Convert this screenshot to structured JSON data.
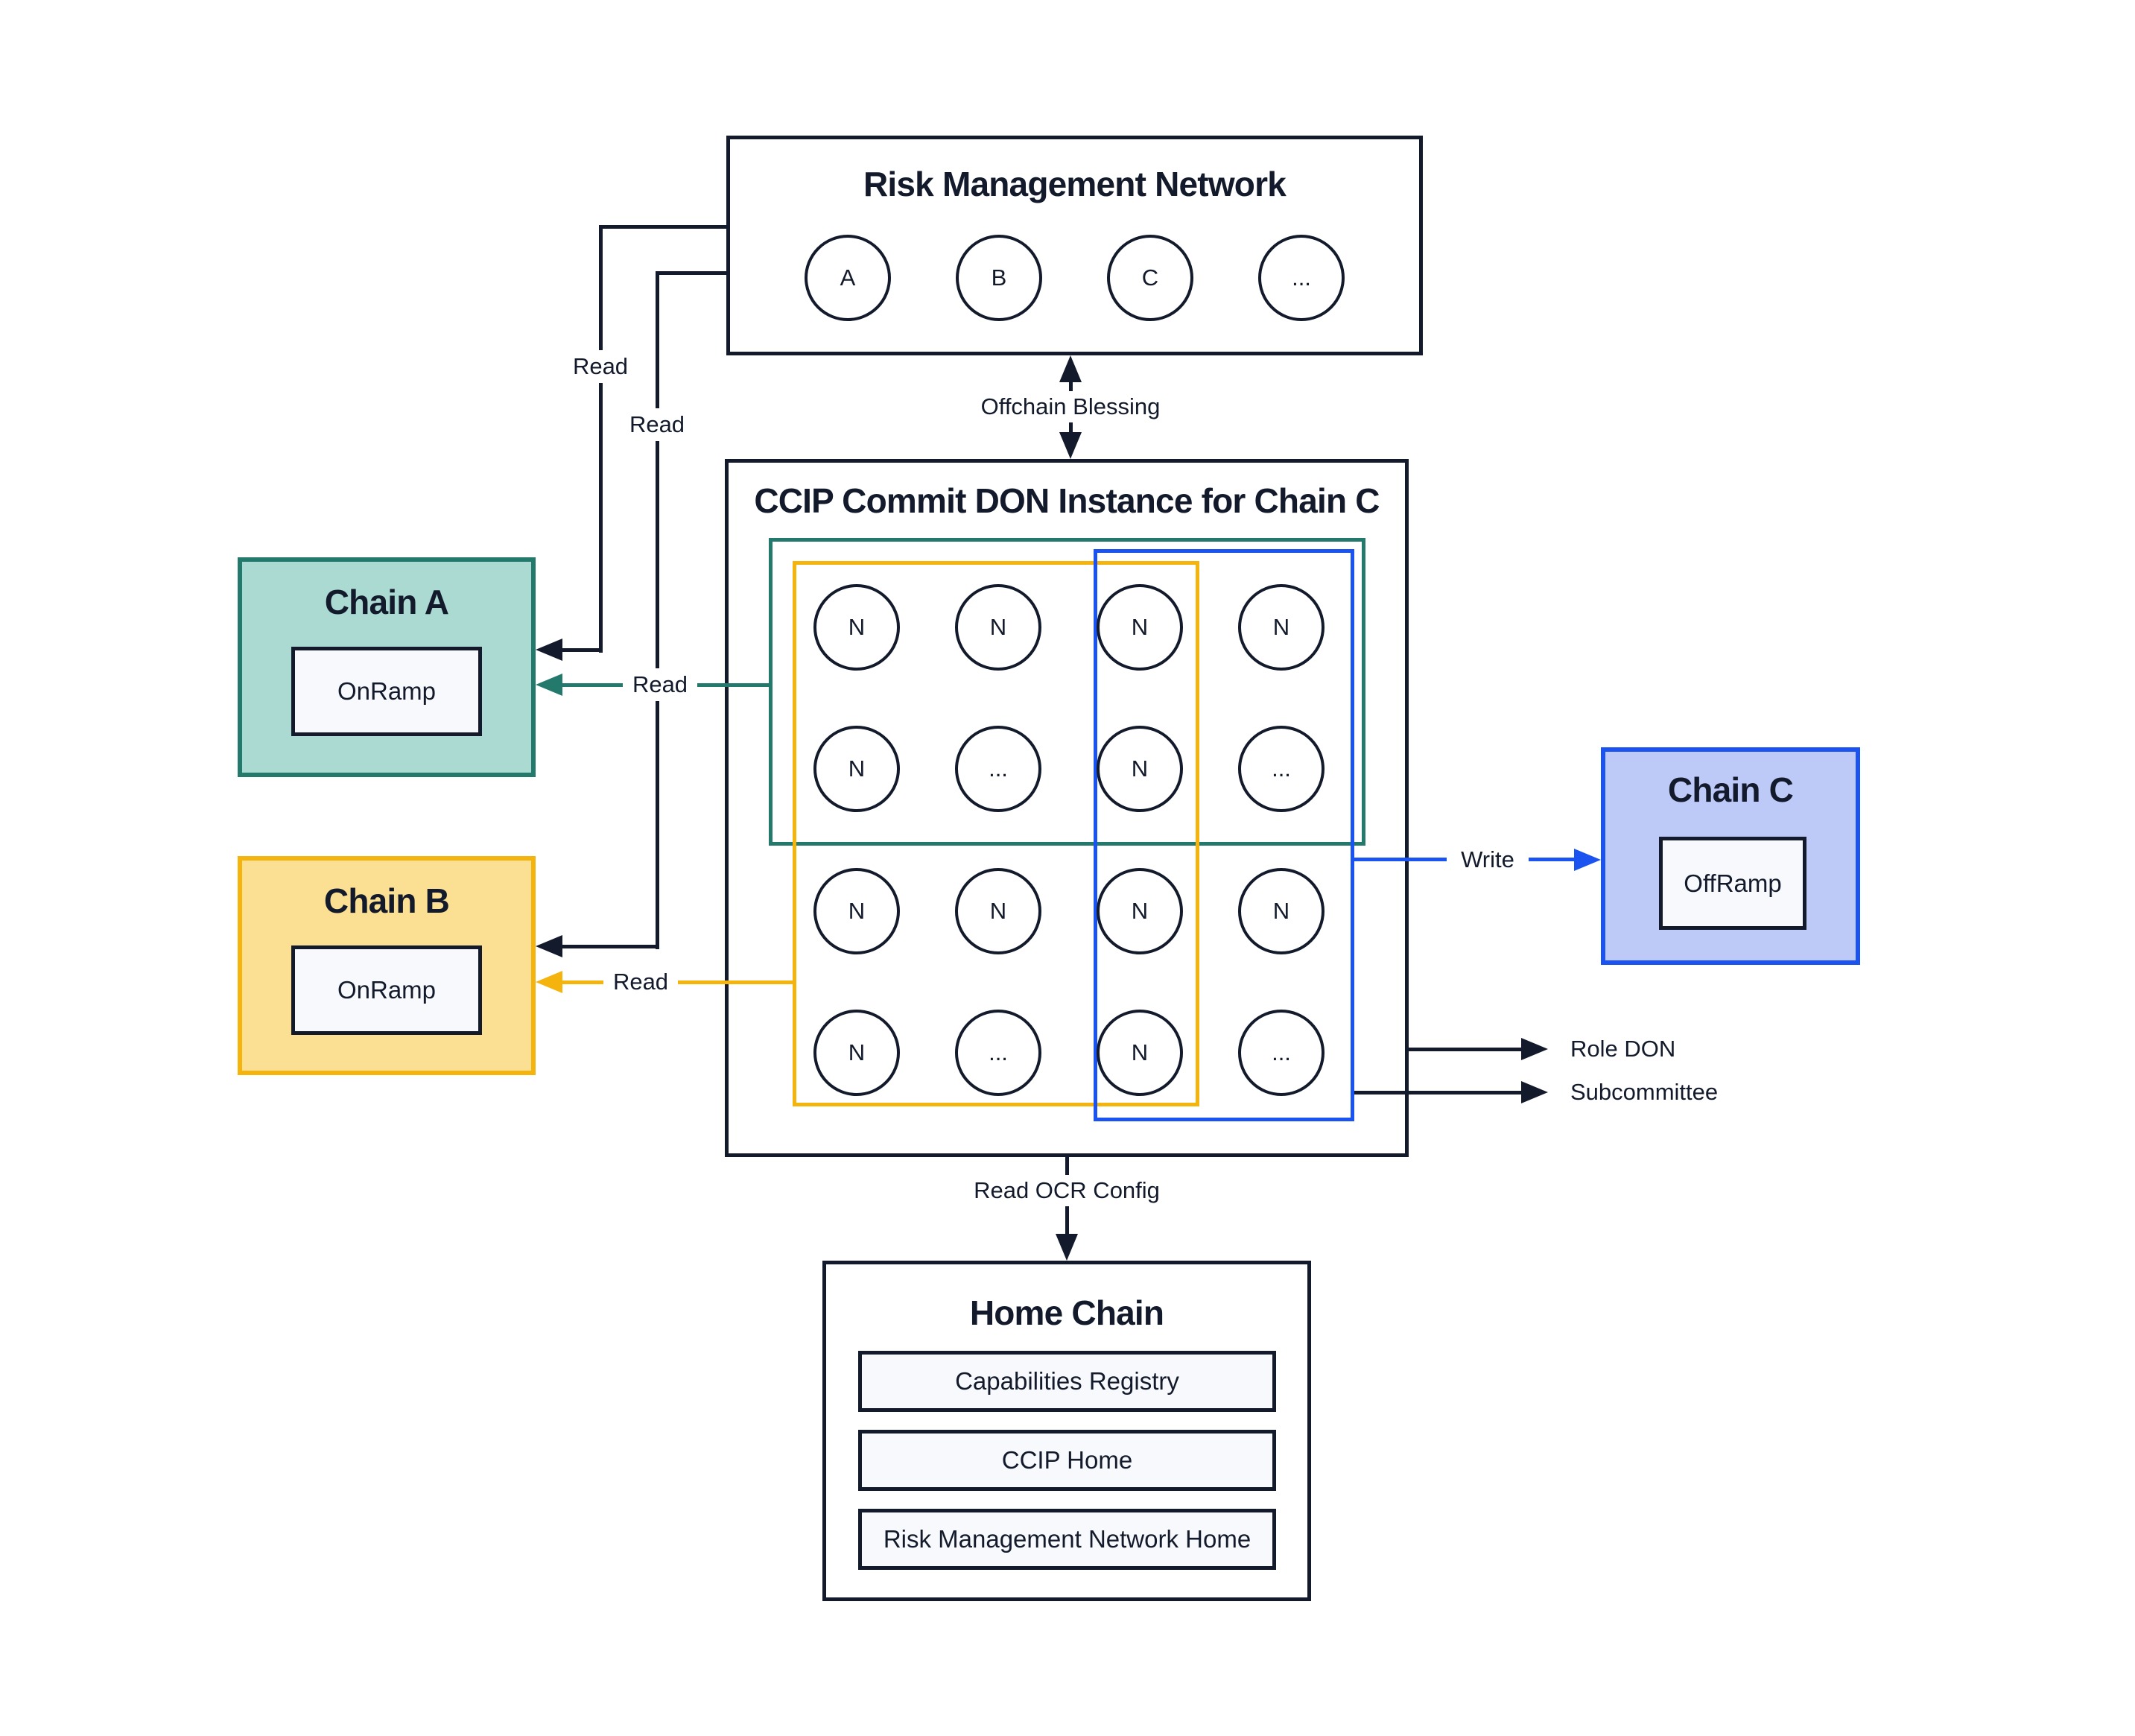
{
  "rmn": {
    "title": "Risk Management Network",
    "nodes": [
      "A",
      "B",
      "C",
      "..."
    ]
  },
  "don": {
    "title": "CCIP Commit DON Instance for Chain C",
    "grid": [
      "N",
      "N",
      "N",
      "N",
      "N",
      "...",
      "N",
      "...",
      "N",
      "N",
      "N",
      "N",
      "N",
      "...",
      "N",
      "..."
    ]
  },
  "chains": {
    "a": {
      "title": "Chain A",
      "contract": "OnRamp"
    },
    "b": {
      "title": "Chain B",
      "contract": "OnRamp"
    },
    "c": {
      "title": "Chain C",
      "contract": "OffRamp"
    }
  },
  "home": {
    "title": "Home Chain",
    "contracts": [
      "Capabilities Registry",
      "CCIP Home",
      "Risk Management Network Home"
    ]
  },
  "edges": {
    "read_rmn_a": "Read",
    "read_rmn_b": "Read",
    "read_don_a": "Read",
    "read_don_b": "Read",
    "offchain_blessing": "Offchain Blessing",
    "write": "Write",
    "read_ocr_config": "Read OCR Config",
    "role_don": "Role DON",
    "subcommittee": "Subcommittee"
  },
  "colors": {
    "ink": "#121a2b",
    "teal": "#23796c",
    "teal_fill": "#abdad3",
    "yellow": "#f5b40d",
    "yellow_fill": "#fbdf93",
    "blue": "#1a53f0",
    "blue_fill": "#bdcaf8",
    "panel_fill": "#f8f9fd"
  }
}
